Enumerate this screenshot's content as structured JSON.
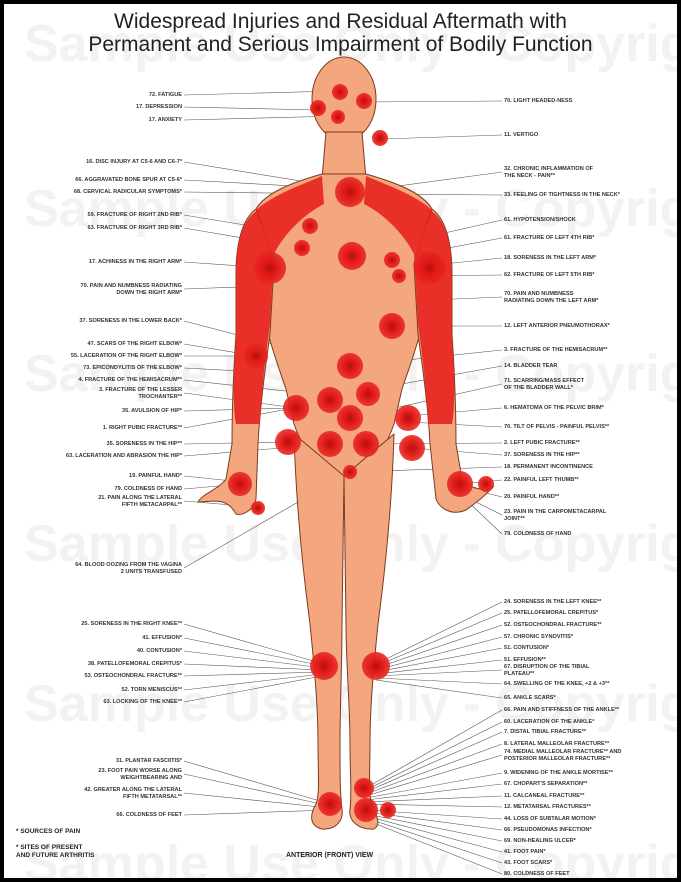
{
  "title_line1": "Widespread Injuries and Residual Aftermath with",
  "title_line2": "Permanent and Serious Impairment of Bodily Function",
  "caption": "ANTERIOR (FRONT) VIEW",
  "legend": {
    "sources": "* SOURCES OF PAIN",
    "sites": "* SITES OF PRESENT\nAND FUTURE ARTHRITIS"
  },
  "watermark": "Sample Use Only - Copyright",
  "colors": {
    "skin": "#f4a77e",
    "skin_outline": "#7a3b22",
    "inflammation": "#e8231f",
    "line": "#555555"
  },
  "left_labels": [
    "72. FATIGUE",
    "17. DEPRESSION",
    "17. ANXIETY",
    "16. DISC INJURY AT C5-6 AND C6-7*",
    "66. AGGRAVATED BONE SPUR AT C5-6*",
    "68. CERVICAL RADICULAR SYMPTOMS*",
    "59. FRACTURE OF RIGHT 2ND RIB*",
    "63. FRACTURE OF RIGHT 3RD RIB*",
    "17. ACHINESS IN THE RIGHT ARM*",
    "70. PAIN AND NUMBNESS RADIATING\nDOWN THE RIGHT ARM*",
    "37. SORENESS IN THE LOWER BACK*",
    "47. SCARS OF THE RIGHT ELBOW*",
    "55. LACERATION OF THE RIGHT ELBOW*",
    "73. EPICONDYLITIS OF THE ELBOW*",
    "4. FRACTURE OF THE HEMISACRUM**",
    "3. FRACTURE OF THE LESSER\nTROCHANTER**",
    "35. AVULSION OF HIP*",
    "1. RIGHT PUBIC FRACTURE**",
    "35. SORENESS IN THE HIP**",
    "63. LACERATION AND ABRASION THE HIP*",
    "19. PAINFUL HAND*",
    "79. COLDNESS OF HAND",
    "21. PAIN ALONG THE LATERAL\nFIFTH METACARPAL**",
    "64. BLOOD OOZING FROM THE VAGINA\n2 UNITS TRANSFUSED",
    "25. SORENESS IN THE RIGHT KNEE**",
    "41. EFFUSION*",
    "40. CONTUSION*",
    "38. PATELLOFEMORAL CREPITUS*",
    "53. OSTEOCHONDRAL FRACTURE**",
    "52. TORN MENISCUS**",
    "63. LOCKING OF THE KNEE**",
    "31. PLANTAR FASCIITIS*",
    "23. FOOT PAIN WORSE ALONG\nWEIGHTBEARING AND",
    "42. GREATER ALONG THE LATERAL\nFIFTH METATARSAL**",
    "66. COLDNESS OF FEET"
  ],
  "right_labels": [
    "70. LIGHT HEADED-NESS",
    "11. VERTIGO",
    "32. CHRONIC INFLAMMATION OF\nTHE NECK - PAIN**",
    "33. FEELING OF TIGHTNESS IN THE NECK*",
    "61. HYPOTENSION/SHOCK",
    "61. FRACTURE OF LEFT 4TH RIB*",
    "18. SORENESS IN THE LEFT ARM*",
    "62. FRACTURE OF LEFT 5TH RIB*",
    "70. PAIN AND NUMBNESS\nRADIATING DOWN THE LEFT ARM*",
    "12. LEFT ANTERIOR PNEUMOTHORAX*",
    "3. FRACTURE OF THE HEMISACRUM**",
    "14. BLADDER TEAR",
    "71. SCARRING/MASS EFFECT\nOF THE BLADDER WALL*",
    "6. HEMATOMA OF THE PELVIC BRIM*",
    "70. TILT OF PELVIS - PAINFUL PELVIS**",
    "2. LEFT PUBIC FRACTURE**",
    "37. SORENESS IN THE HIP**",
    "18. PERMANENT INCONTINENCE",
    "22. PAINFUL LEFT THUMB**",
    "20. PAINFUL HAND**",
    "23. PAIN IN THE CARPOMETACARPAL\nJOINT**",
    "79. COLDNESS OF HAND",
    "24. SORENESS IN THE LEFT KNEE**",
    "25. PATELLOFEMORAL CREPITUS*",
    "52. OSTEOCHONDRAL FRACTURE**",
    "57. CHRONIC SYNOVITIS*",
    "51. CONTUSION*",
    "51. EFFUSION**",
    "67. DISRUPTION OF THE TIBIAL\nPLATEAU**",
    "64. SWELLING OF THE KNEE, +2 & +3**",
    "65. ANKLE SCARS*",
    "66. PAIN AND STIFFNESS OF THE ANKLE**",
    "60. LACERATION OF THE ANKLE*",
    "7. DISTAL TIBIAL FRACTURE**",
    "8. LATERAL MALLEOLAR FRACTURE**",
    "74. MEDIAL MALLEOLAR FRACTURE** AND\nPOSTERIOR MALLEOLAR FRACTURE**",
    "9. WIDENING OF THE ANKLE MORTISE**",
    "67. CHOPART'S SEPARATION**",
    "11. CALCANEAL FRACTURE**",
    "12. METATARSAL FRACTURES**",
    "44. LOSS OF SUBTALAR MOTION*",
    "66. PSEUDOMONAS INFECTION*",
    "69. NON-HEALING ULCER*",
    "41. FOOT PAIN*",
    "43. FOOT SCARS*",
    "80. COLDNESS OF FEET"
  ]
}
